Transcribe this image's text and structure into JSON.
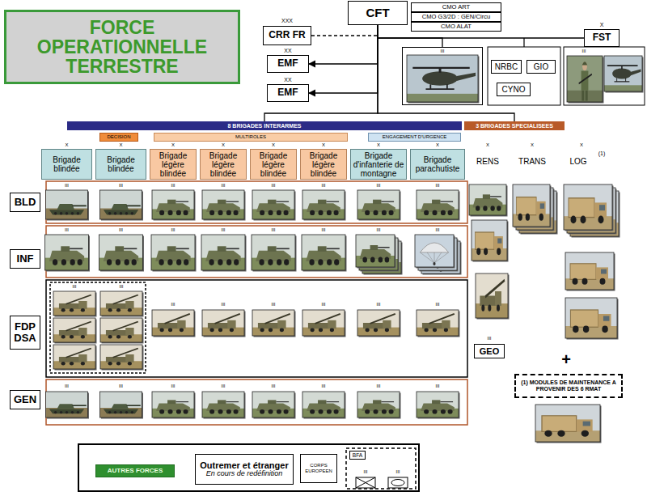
{
  "diagram": {
    "title": "FORCE OPERATIONNELLE TERRESTRE",
    "nodes": [
      {
        "text": [
          "CFT"
        ]
      },
      {
        "text": [
          "CMO ART"
        ]
      },
      {
        "text": [
          "CMO G3/2D : GEN/Circu"
        ]
      },
      {
        "text": [
          "CMO ALAT"
        ]
      },
      {
        "text": [
          "CRR FR"
        ]
      },
      {
        "text": [
          "EMF"
        ]
      },
      {
        "text": [
          "EMF"
        ]
      },
      {
        "text": [
          "III"
        ]
      },
      {
        "text": [
          "NRBC"
        ]
      },
      {
        "text": [
          "GIO"
        ]
      },
      {
        "text": [
          "CYNO"
        ]
      },
      {
        "text": [
          "FST"
        ]
      },
      {
        "text": [
          "8 BRIGADES INTERARMES"
        ]
      },
      {
        "text": [
          "3 BRIGADES SPECIALISEES"
        ]
      },
      {
        "text": [
          "DECISION"
        ]
      },
      {
        "text": [
          "MULTIROLES"
        ]
      },
      {
        "text": [
          "ENGAGEMENT D'URGENCE"
        ]
      },
      {
        "text": [
          "Brigade blindée"
        ]
      },
      {
        "text": [
          "Brigade blindée"
        ]
      },
      {
        "text": [
          "Brigade légère blindée"
        ]
      },
      {
        "text": [
          "Brigade légère blindée"
        ]
      },
      {
        "text": [
          "Brigade légère blindée"
        ]
      },
      {
        "text": [
          "Brigade légère blindée"
        ]
      },
      {
        "text": [
          "Brigade d'infanterie de montagne"
        ]
      },
      {
        "text": [
          "Brigade parachutiste"
        ]
      },
      {
        "text": [
          "BLD"
        ]
      },
      {
        "text": [
          "INF"
        ]
      },
      {
        "text": [
          "FDP DSA"
        ]
      },
      {
        "text": [
          "GEN"
        ]
      },
      {
        "text": [
          "GEO"
        ]
      },
      {
        "text": [
          "(1) MODULES DE MAINTENANCE A PROVENIR DES 6 RMAT"
        ]
      },
      {
        "text": [
          "AUTRES FORCES"
        ]
      },
      {
        "text": [
          "Outremer et étranger",
          "En cours de redéfinition"
        ]
      },
      {
        "text": [
          "CORPS EUROPEEN"
        ]
      },
      {
        "text": [
          "BFA"
        ]
      }
    ],
    "edges": [
      {
        "from": 0,
        "to": 4,
        "arrow": "none"
      },
      {
        "from": 0,
        "to": 5,
        "arrow": "to"
      },
      {
        "from": 0,
        "to": 6,
        "arrow": "to"
      },
      {
        "from": 0,
        "to": 7,
        "arrow": "none"
      },
      {
        "from": 0,
        "to": 11,
        "arrow": "none"
      },
      {
        "from": 0,
        "to": 12,
        "arrow": "none"
      },
      {
        "from": 0,
        "to": 13,
        "arrow": "none"
      }
    ],
    "labels": [
      "XXX",
      "XX",
      "XX",
      "X",
      "X",
      "X",
      "X",
      "X",
      "X",
      "X",
      "X",
      "X",
      "X",
      "X",
      "X",
      "RENS",
      "TRANS",
      "LOG",
      "(1)",
      "III",
      "III",
      "III",
      "III",
      "III",
      "III",
      "III",
      "III",
      "III",
      "III",
      "III",
      "III",
      "III",
      "III",
      "III",
      "III",
      "III",
      "III",
      "III",
      "III",
      "III",
      "III",
      "III",
      "III",
      "III",
      "III",
      "III",
      "III",
      "III",
      "III",
      "III",
      "III",
      "III",
      "III",
      "+",
      "III",
      "III"
    ]
  }
}
